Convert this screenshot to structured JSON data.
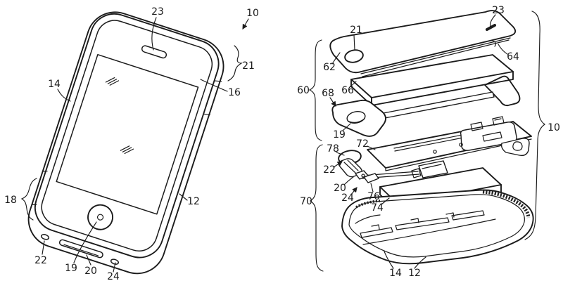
{
  "colors": {
    "ink": "#1b1b1b",
    "background": "#ffffff"
  },
  "left": {
    "labels": {
      "l23": "23",
      "l10": "10",
      "l21": "21",
      "l16": "16",
      "l14": "14",
      "l12": "12",
      "l18": "18",
      "l22": "22",
      "l19": "19",
      "l20": "20",
      "l24": "24"
    }
  },
  "right": {
    "labels": {
      "l23": "23",
      "l21": "21",
      "l62": "62",
      "l64": "64",
      "l60": "60",
      "l66": "66",
      "l68": "68",
      "l19": "19",
      "l10": "10",
      "l72": "72",
      "l78": "78",
      "l22": "22",
      "l20": "20",
      "l24": "24",
      "l76": "76",
      "l74": "74",
      "l70": "70",
      "l14": "14",
      "l12": "12"
    }
  }
}
